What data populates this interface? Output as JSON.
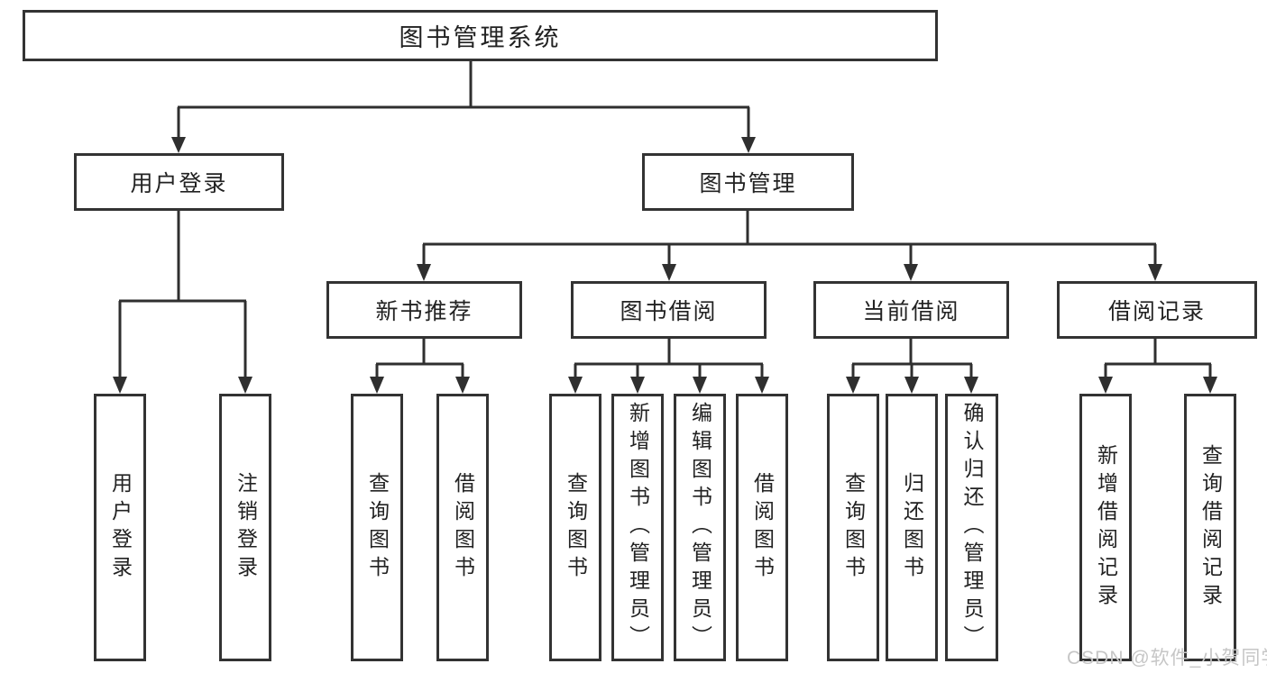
{
  "tree": {
    "label": "图书管理系统",
    "children": [
      {
        "label": "用户登录",
        "children": [
          {
            "label": "用户登录"
          },
          {
            "label": "注销登录"
          }
        ]
      },
      {
        "label": "图书管理",
        "children": [
          {
            "label": "新书推荐",
            "children": [
              {
                "label": "查询图书"
              },
              {
                "label": "借阅图书"
              }
            ]
          },
          {
            "label": "图书借阅",
            "children": [
              {
                "label": "查询图书"
              },
              {
                "label": "新增图书（管理员）"
              },
              {
                "label": "编辑图书（管理员）"
              },
              {
                "label": "借阅图书"
              }
            ]
          },
          {
            "label": "当前借阅",
            "children": [
              {
                "label": "查询图书"
              },
              {
                "label": "归还图书"
              },
              {
                "label": "确认归还（管理员）"
              }
            ]
          },
          {
            "label": "借阅记录",
            "children": [
              {
                "label": "新增借阅记录"
              },
              {
                "label": "查询借阅记录"
              }
            ]
          }
        ]
      }
    ]
  },
  "watermark": {
    "text": "CSDN @软件_小贺同学"
  },
  "colors": {
    "background": "#ffffff",
    "box_border": "#333333",
    "connector_line": "#2f2f2f",
    "text": "#222222",
    "watermark_text": "#c6c6c6"
  }
}
